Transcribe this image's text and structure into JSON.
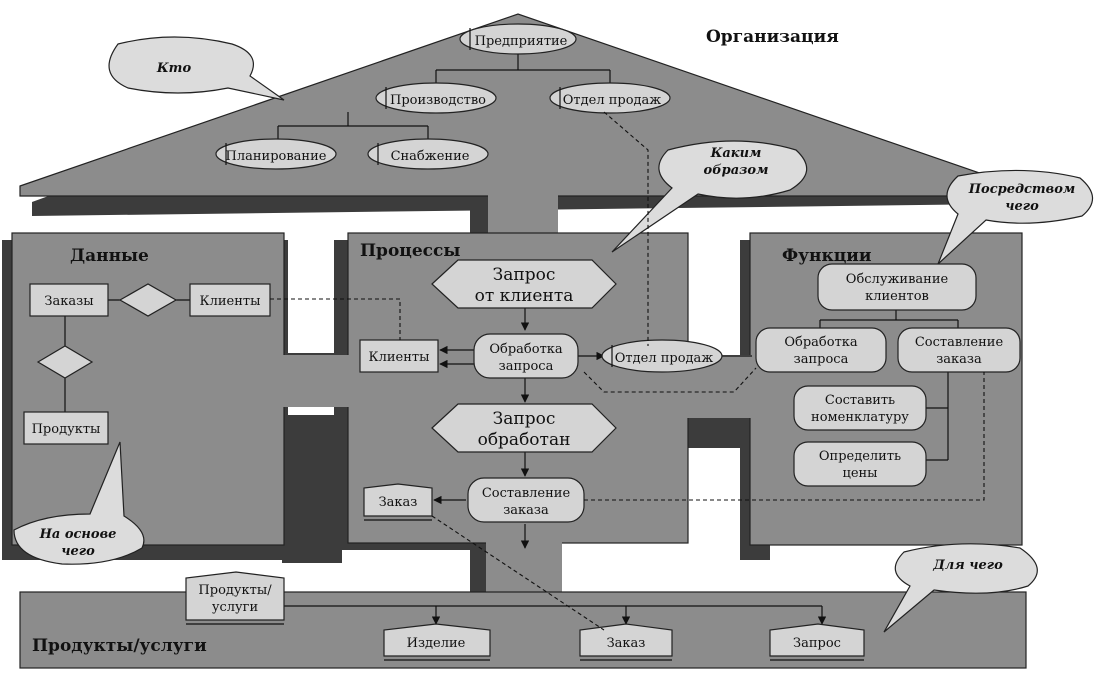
{
  "roof": {
    "title": "Организация",
    "enterprise": "Предприятие",
    "production": "Производство",
    "sales_dept": "Отдел продаж",
    "planning": "Планирование",
    "supply": "Снабжение"
  },
  "callouts": {
    "who": "Кто",
    "how_1": "Каким",
    "how_2": "образом",
    "via_1": "Посредством",
    "via_2": "чего",
    "based_1": "На основе",
    "based_2": "чего",
    "for_what": "Для чего"
  },
  "data_section": {
    "title": "Данные",
    "orders": "Заказы",
    "clients": "Клиенты",
    "products": "Продукты"
  },
  "process_section": {
    "title": "Процессы",
    "request_1": "Запрос",
    "request_2": "от клиента",
    "clients": "Клиенты",
    "processing_1": "Обработка",
    "processing_2": "запроса",
    "sales_dept": "Отдел продаж",
    "processed_1": "Запрос",
    "processed_2": "обработан",
    "order": "Заказ",
    "compose_1": "Составление",
    "compose_2": "заказа"
  },
  "functions_section": {
    "title": "Функции",
    "service_1": "Обслуживание",
    "service_2": "клиентов",
    "proc_1": "Обработка",
    "proc_2": "запроса",
    "comp_1": "Составление",
    "comp_2": "заказа",
    "nom_1": "Составить",
    "nom_2": "номенклатуру",
    "price_1": "Определить",
    "price_2": "цены"
  },
  "products_section": {
    "title": "Продукты/услуги",
    "source_1": "Продукты/",
    "source_2": "услуги",
    "item": "Изделие",
    "order": "Заказ",
    "request": "Запрос"
  }
}
